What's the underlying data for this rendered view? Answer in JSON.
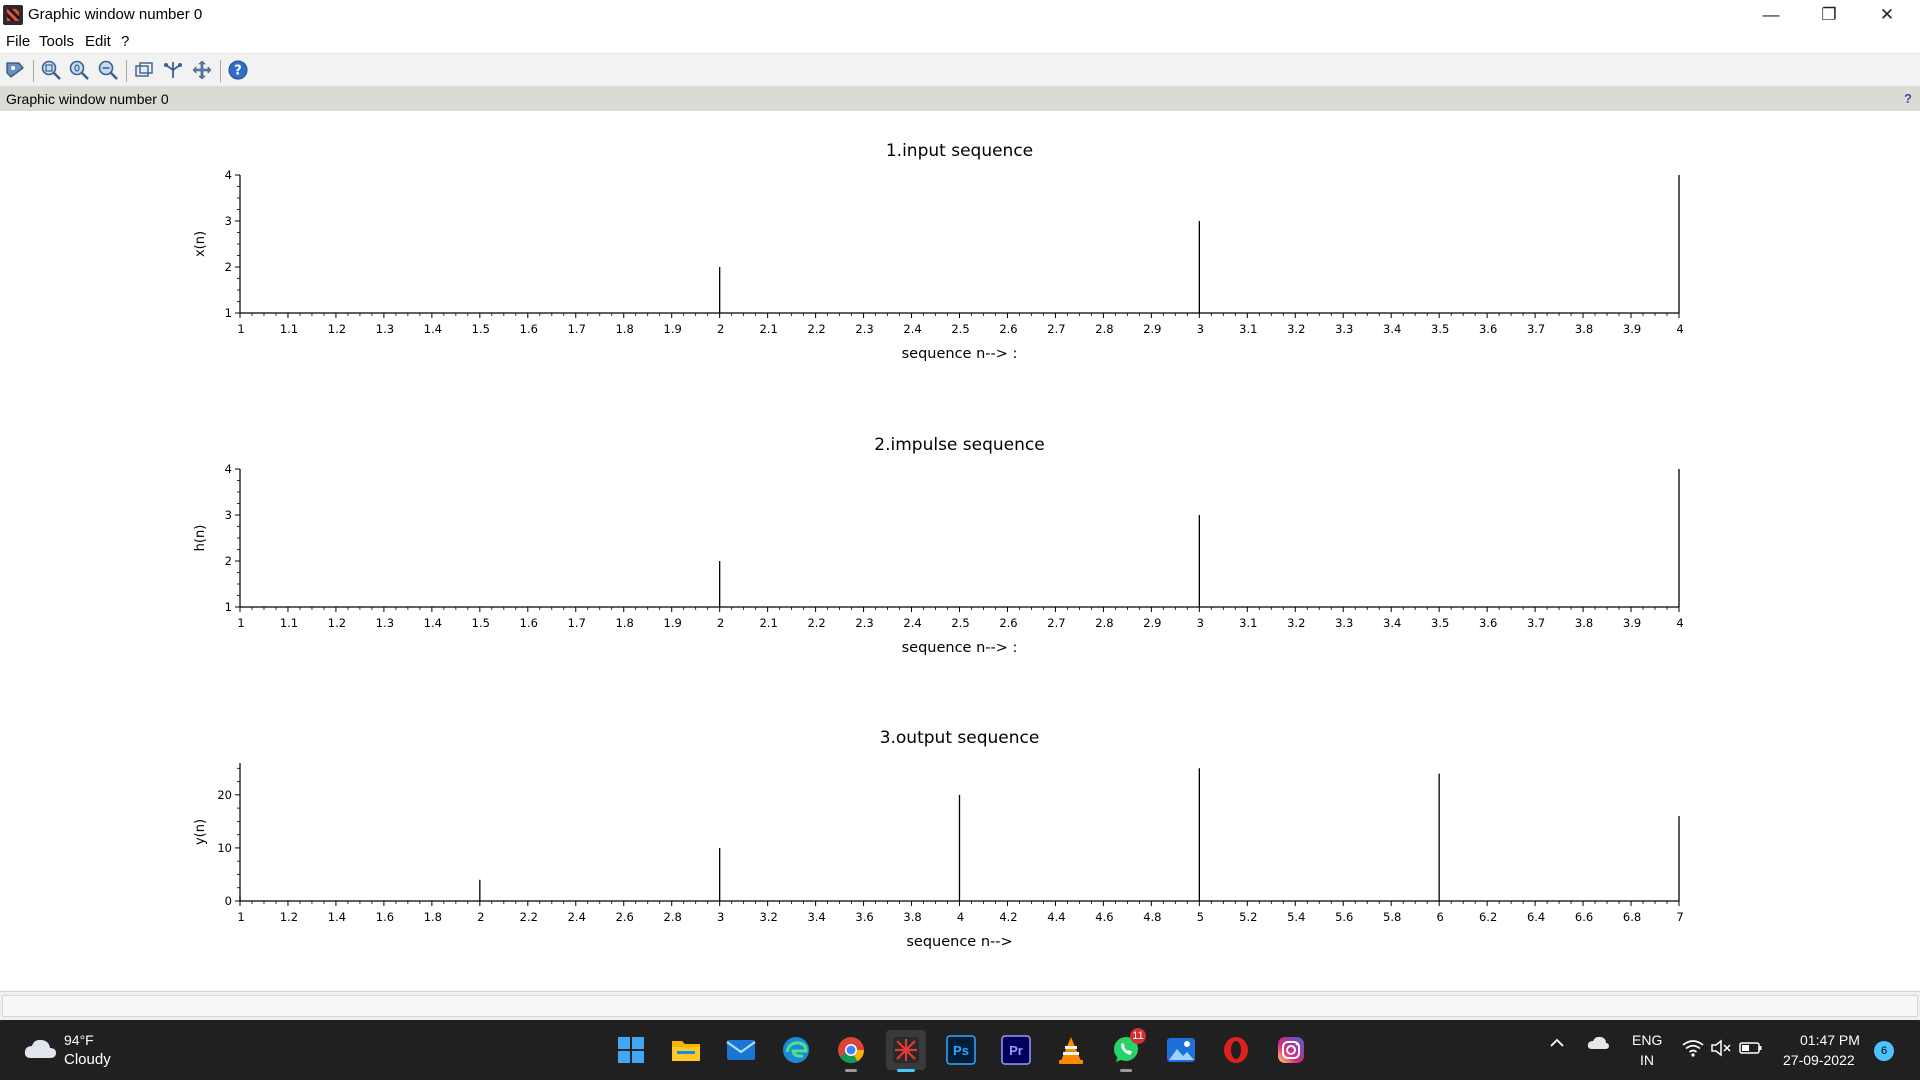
{
  "window": {
    "title": "Graphic window number 0",
    "minimize_glyph": "—",
    "restore_glyph": "❐",
    "close_glyph": "✕"
  },
  "menu": {
    "items": [
      "File",
      "Tools",
      "Edit",
      "?"
    ]
  },
  "toolbar": {
    "icons": [
      "datatip-icon",
      "zoom-in-icon",
      "zoom-original-icon",
      "zoom-out-icon",
      "rotate-icon",
      "rotate-3d-icon",
      "pan-icon",
      "help-icon"
    ]
  },
  "figure_bar": {
    "label": "Graphic window number 0",
    "help": "?"
  },
  "colors": {
    "background": "#ffffff",
    "axis": "#000000",
    "taskbar": "#202020",
    "accent": "#4cc2ff"
  },
  "chart_data": [
    {
      "type": "stem",
      "title": "1.input sequence",
      "xlabel": "sequence n--> :",
      "ylabel": "x(n)",
      "xlim": [
        1,
        4
      ],
      "ylim": [
        1,
        4
      ],
      "x_ticks": [
        "1",
        "1.1",
        "1.2",
        "1.3",
        "1.4",
        "1.5",
        "1.6",
        "1.7",
        "1.8",
        "1.9",
        "2",
        "2.1",
        "2.2",
        "2.3",
        "2.4",
        "2.5",
        "2.6",
        "2.7",
        "2.8",
        "2.9",
        "3",
        "3.1",
        "3.2",
        "3.3",
        "3.4",
        "3.5",
        "3.6",
        "3.7",
        "3.8",
        "3.9",
        "4"
      ],
      "y_ticks": [
        "1",
        "2",
        "3",
        "4"
      ],
      "x": [
        1,
        2,
        3,
        4
      ],
      "values": [
        1,
        2,
        3,
        4
      ]
    },
    {
      "type": "stem",
      "title": "2.impulse sequence",
      "xlabel": "sequence n--> :",
      "ylabel": "h(n)",
      "xlim": [
        1,
        4
      ],
      "ylim": [
        1,
        4
      ],
      "x_ticks": [
        "1",
        "1.1",
        "1.2",
        "1.3",
        "1.4",
        "1.5",
        "1.6",
        "1.7",
        "1.8",
        "1.9",
        "2",
        "2.1",
        "2.2",
        "2.3",
        "2.4",
        "2.5",
        "2.6",
        "2.7",
        "2.8",
        "2.9",
        "3",
        "3.1",
        "3.2",
        "3.3",
        "3.4",
        "3.5",
        "3.6",
        "3.7",
        "3.8",
        "3.9",
        "4"
      ],
      "y_ticks": [
        "1",
        "2",
        "3",
        "4"
      ],
      "x": [
        1,
        2,
        3,
        4
      ],
      "values": [
        1,
        2,
        3,
        4
      ]
    },
    {
      "type": "stem",
      "title": "3.output sequence",
      "xlabel": "sequence n-->",
      "ylabel": "y(n)",
      "xlim": [
        1,
        7
      ],
      "ylim": [
        0,
        26
      ],
      "x_ticks": [
        "1",
        "1.2",
        "1.4",
        "1.6",
        "1.8",
        "2",
        "2.2",
        "2.4",
        "2.6",
        "2.8",
        "3",
        "3.2",
        "3.4",
        "3.6",
        "3.8",
        "4",
        "4.2",
        "4.4",
        "4.6",
        "4.8",
        "5",
        "5.2",
        "5.4",
        "5.6",
        "5.8",
        "6",
        "6.2",
        "6.4",
        "6.6",
        "6.8",
        "7"
      ],
      "y_ticks": [
        "0",
        "10",
        "20"
      ],
      "y_tick_values": [
        0,
        10,
        20
      ],
      "x": [
        1,
        2,
        3,
        4,
        5,
        6,
        7
      ],
      "values": [
        1,
        4,
        10,
        20,
        25,
        24,
        16
      ]
    }
  ],
  "taskbar": {
    "weather_temp": "94°F",
    "weather_desc": "Cloudy",
    "apps": [
      "start-icon",
      "file-explorer-icon",
      "mail-icon",
      "edge-icon",
      "chrome-icon",
      "scilab-icon",
      "photoshop-icon",
      "premiere-icon",
      "vlc-icon",
      "whatsapp-icon",
      "photos-icon",
      "opera-icon",
      "instagram-icon"
    ],
    "photoshop_label": "Ps",
    "premiere_label": "Pr",
    "whatsapp_badge": "11",
    "lang_line1": "ENG",
    "lang_line2": "IN",
    "time": "01:47 PM",
    "date": "27-09-2022",
    "notification_count": "6"
  }
}
